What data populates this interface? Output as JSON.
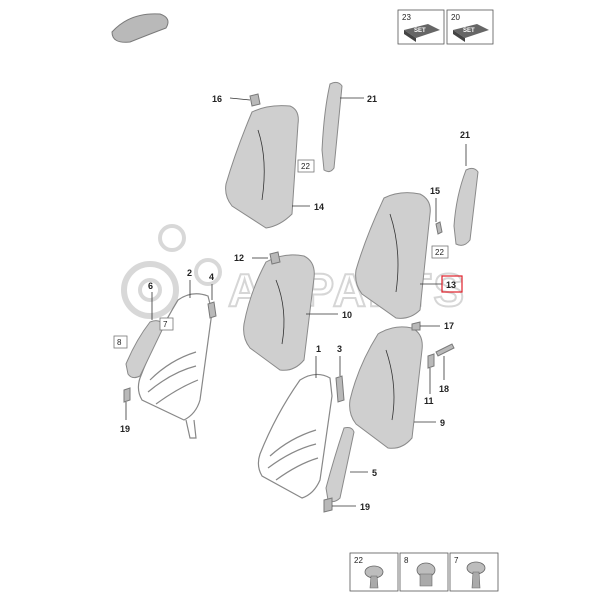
{
  "watermark": "AMPARTS",
  "callouts": [
    {
      "id": "c1",
      "label": "1"
    },
    {
      "id": "c2",
      "label": "2"
    },
    {
      "id": "c3",
      "label": "3"
    },
    {
      "id": "c4",
      "label": "4"
    },
    {
      "id": "c5",
      "label": "5"
    },
    {
      "id": "c6",
      "label": "6"
    },
    {
      "id": "c9",
      "label": "9"
    },
    {
      "id": "c10",
      "label": "10"
    },
    {
      "id": "c11",
      "label": "11"
    },
    {
      "id": "c12",
      "label": "12"
    },
    {
      "id": "c13",
      "label": "13",
      "highlighted": true
    },
    {
      "id": "c14",
      "label": "14"
    },
    {
      "id": "c15",
      "label": "15"
    },
    {
      "id": "c16",
      "label": "16"
    },
    {
      "id": "c17",
      "label": "17"
    },
    {
      "id": "c18",
      "label": "18"
    },
    {
      "id": "c19a",
      "label": "19"
    },
    {
      "id": "c19b",
      "label": "19"
    },
    {
      "id": "c21a",
      "label": "21"
    },
    {
      "id": "c21b",
      "label": "21"
    }
  ],
  "ref_boxes": [
    {
      "id": "r7",
      "label": "7"
    },
    {
      "id": "r8",
      "label": "8"
    },
    {
      "id": "r22a",
      "label": "22"
    },
    {
      "id": "r22b",
      "label": "22"
    }
  ],
  "kits": [
    {
      "id": "k23",
      "number": "23",
      "text": "SET"
    },
    {
      "id": "k20",
      "number": "20",
      "text": "SET"
    }
  ],
  "screws": [
    {
      "id": "s22",
      "number": "22"
    },
    {
      "id": "s8",
      "number": "8"
    },
    {
      "id": "s7",
      "number": "7"
    }
  ],
  "colors": {
    "highlight": "#e0202a",
    "watermark": "#d2d2d2",
    "part": "#cfcfcf"
  }
}
